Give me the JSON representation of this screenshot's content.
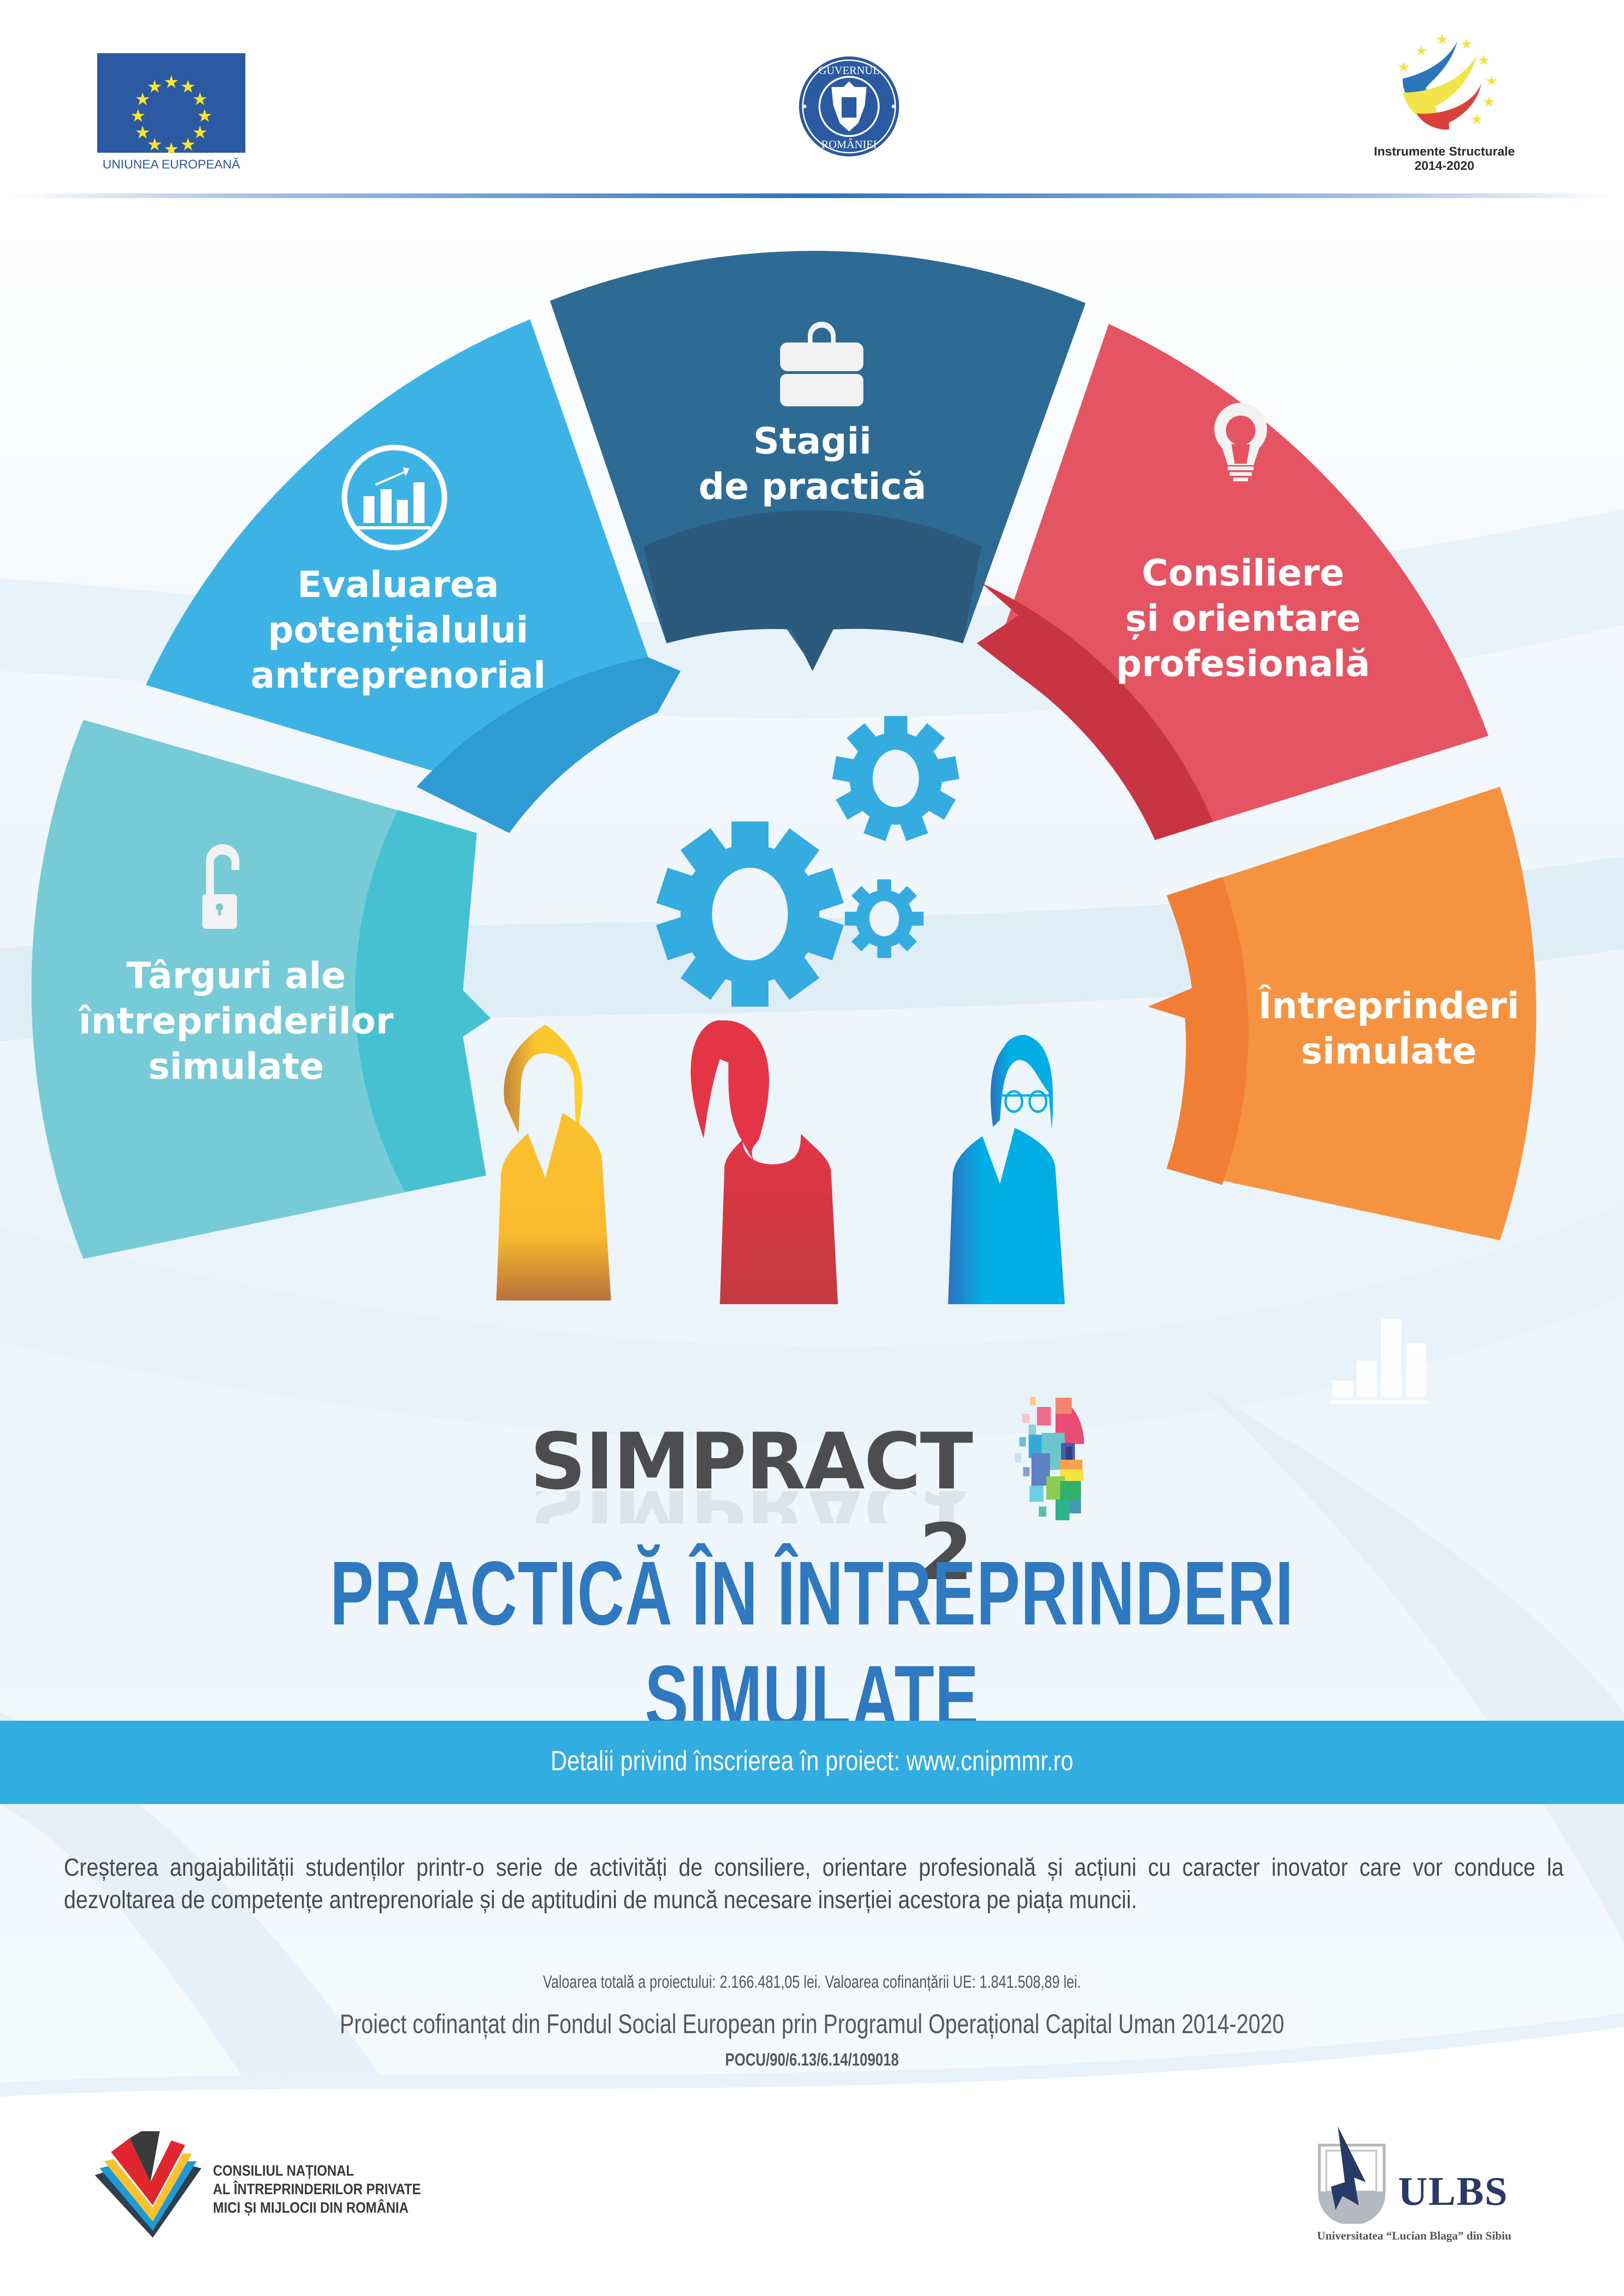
{
  "header": {
    "logos": [
      {
        "name": "eu-flag-logo",
        "label": "UNIUNEA EUROPEANĂ"
      },
      {
        "name": "guvernul-romaniei-logo",
        "label": "GUVERNUL ROMÂNIEI"
      },
      {
        "name": "instrumente-structurale-logo",
        "label_line1": "Instrumente Structurale",
        "label_line2": "2014-2020"
      }
    ]
  },
  "wheel": {
    "segments": [
      {
        "id": "targuri",
        "icon": "unlocked-padlock-icon",
        "lines": [
          "Târguri ale",
          "întreprinderilor",
          "simulate"
        ],
        "color": "#77cbd6",
        "inner_color": "#45c1d1"
      },
      {
        "id": "evaluarea",
        "icon": "bar-chart-growth-icon",
        "lines": [
          "Evaluarea",
          "potențialului",
          "antreprenorial"
        ],
        "color": "#3db2e4",
        "inner_color": "#2e9bd3"
      },
      {
        "id": "stagii",
        "icon": "briefcase-icon",
        "lines": [
          "Stagii",
          "de practică"
        ],
        "color": "#2d6a94",
        "inner_color": "#2b5a7c"
      },
      {
        "id": "consiliere",
        "icon": "lightbulb-icon",
        "lines": [
          "Consiliere",
          "și orientare",
          "profesională"
        ],
        "color": "#e45462",
        "inner_color": "#c93442"
      },
      {
        "id": "intreprinderi",
        "icon": "",
        "lines": [
          "Întreprinderi",
          "simulate"
        ],
        "color": "#f69341",
        "inner_color": "#f07e34"
      }
    ],
    "center_icon": "gears-icon",
    "people": [
      {
        "name": "person-man-yellow",
        "color": "#fcc22e"
      },
      {
        "name": "person-woman-red",
        "color": "#e33546"
      },
      {
        "name": "person-man-glasses-blue",
        "color": "#00aee6"
      }
    ]
  },
  "title": {
    "project_name": "SIMPRACT 2",
    "subtitle": "PRACTICĂ ÎN ÎNTREPRINDERI SIMULATE"
  },
  "band": {
    "text": "Detalii privind înscrierea în proiect: www.cnipmmr.ro",
    "color": "#31ade1"
  },
  "description": "Creșterea angajabilității studenților printr-o serie de activități de consiliere, orientare profesională și acțiuni cu caracter inovator care vor conduce la dezvoltarea de competențe antreprenoriale și de aptitudini de muncă necesare inserției acestora pe piața muncii.",
  "funding": {
    "values": "Valoarea totală a proiectului: 2.166.481,05 lei. Valoarea cofinanțării UE: 1.841.508,89 lei.",
    "program": "Proiect cofinanțat din Fondul Social European prin Programul Operațional Capital Uman 2014-2020",
    "code": "POCU/90/6.13/6.14/109018"
  },
  "footer": {
    "cnipmmr": {
      "line1": "CONSILIUL NAȚIONAL",
      "line2": "AL ÎNTREPRINDERILOR PRIVATE",
      "line3": "MICI ȘI MIJLOCII DIN ROMÂNIA"
    },
    "ulbs": {
      "acronym": "ULBS",
      "full": "Universitatea “Lucian Blaga” din Sibiu"
    }
  }
}
